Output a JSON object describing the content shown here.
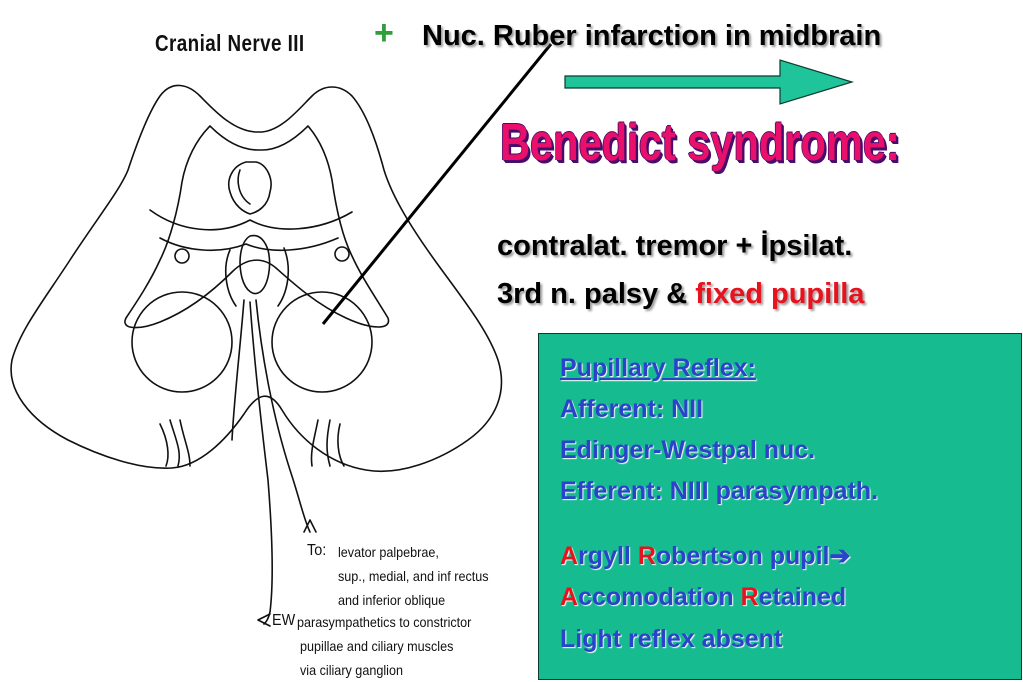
{
  "figure": {
    "title": "Cranial Nerve III",
    "annotations": {
      "to_label": "To:",
      "to_lines": [
        "levator palpebrae,",
        "sup., medial, and inf rectus",
        "and inferior oblique"
      ],
      "ew_label": "EW",
      "ew_lines": [
        "parasympathetics to constrictor",
        "pupillae and ciliary muscles",
        "via ciliary ganglion"
      ]
    }
  },
  "headline": {
    "plus": "+",
    "text": "Nuc. Ruber infarction in midbrain"
  },
  "syndrome": "Benedict syndrome:",
  "description": {
    "line1": "contralat. tremor + İpsilat.",
    "line2_prefix": "3rd n. palsy & ",
    "line2_highlight": "fixed pupilla"
  },
  "info_box": {
    "heading": "Pupillary Reflex:",
    "afferent": "Afferent: NII",
    "nucleus": "Edinger-Westpal nuc.",
    "efferent": "Efferent: NIII parasympath.",
    "argyll_a": "A",
    "argyll_rest1": "rgyll ",
    "argyll_r": "R",
    "argyll_rest2": "obertson pupil",
    "arrow": "➔",
    "acc_a": "A",
    "acc_rest1": "ccomodation ",
    "acc_r": "R",
    "acc_rest2": "etained",
    "light": "Light reflex absent"
  },
  "colors": {
    "box_fill": "#16bb8f",
    "arrow_fill": "#1fc49a",
    "syndrome_text": "#e8106a",
    "box_text": "#2a43c8",
    "highlight": "#e8121e",
    "plus": "#2e9d3a"
  }
}
